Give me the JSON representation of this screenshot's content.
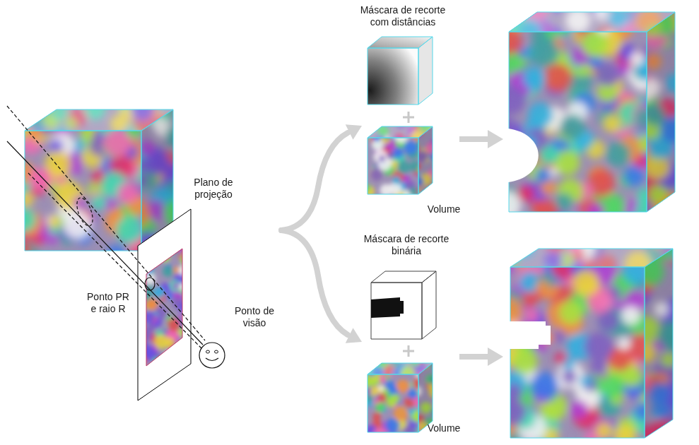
{
  "diagram": {
    "labels": [
      "Máscara de recorte com distâncias",
      "Plano de projeção",
      "Ponto PR e raio R",
      "Ponto de visão",
      "Volume",
      "Máscara de recorte binária",
      "Volume"
    ]
  }
}
